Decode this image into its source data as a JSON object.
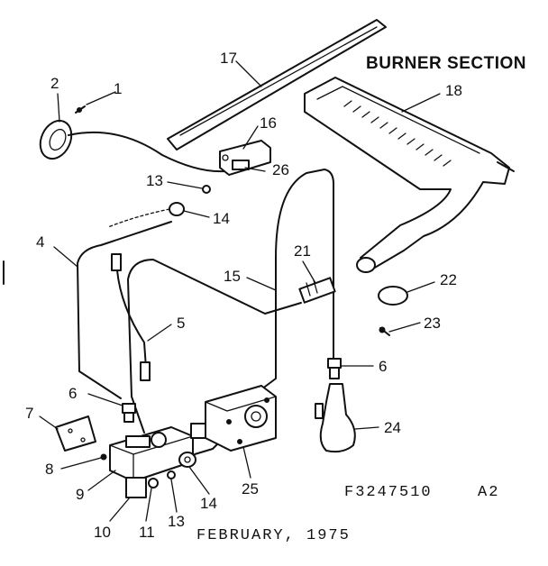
{
  "title": "BURNER SECTION",
  "figure_code": "F3247510",
  "revision": "A2",
  "date": "FEBRUARY, 1975",
  "callouts": [
    "1",
    "2",
    "4",
    "5",
    "6",
    "6",
    "7",
    "8",
    "9",
    "10",
    "11",
    "13",
    "13",
    "14",
    "14",
    "15",
    "16",
    "17",
    "18",
    "21",
    "22",
    "23",
    "24",
    "25",
    "26"
  ]
}
